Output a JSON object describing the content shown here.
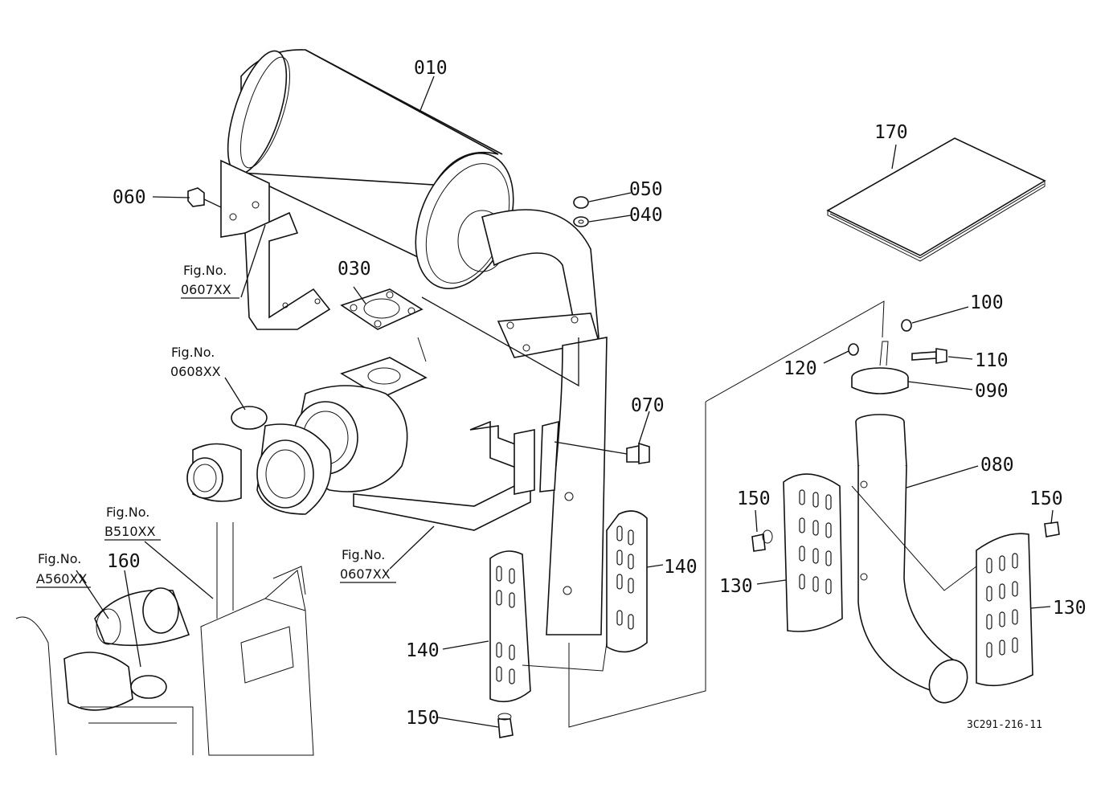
{
  "drawing_code": "3C291-216-11",
  "part_labels": {
    "p010": "010",
    "p030": "030",
    "p040": "040",
    "p050": "050",
    "p060": "060",
    "p070": "070",
    "p080": "080",
    "p090": "090",
    "p100": "100",
    "p110": "110",
    "p120": "120",
    "p130a": "130",
    "p130b": "130",
    "p140a": "140",
    "p140b": "140",
    "p150a": "150",
    "p150b": "150",
    "p150c": "150",
    "p160": "160",
    "p170": "170"
  },
  "figure_refs": {
    "ref1": {
      "title": "Fig.No.",
      "number": "0607XX"
    },
    "ref2": {
      "title": "Fig.No.",
      "number": "0608XX"
    },
    "ref3": {
      "title": "Fig.No.",
      "number": "B510XX"
    },
    "ref4": {
      "title": "Fig.No.",
      "number": "A560XX"
    },
    "ref5": {
      "title": "Fig.No.",
      "number": "0607XX"
    }
  },
  "colors": {
    "ink": "#111111",
    "paper": "#ffffff"
  }
}
